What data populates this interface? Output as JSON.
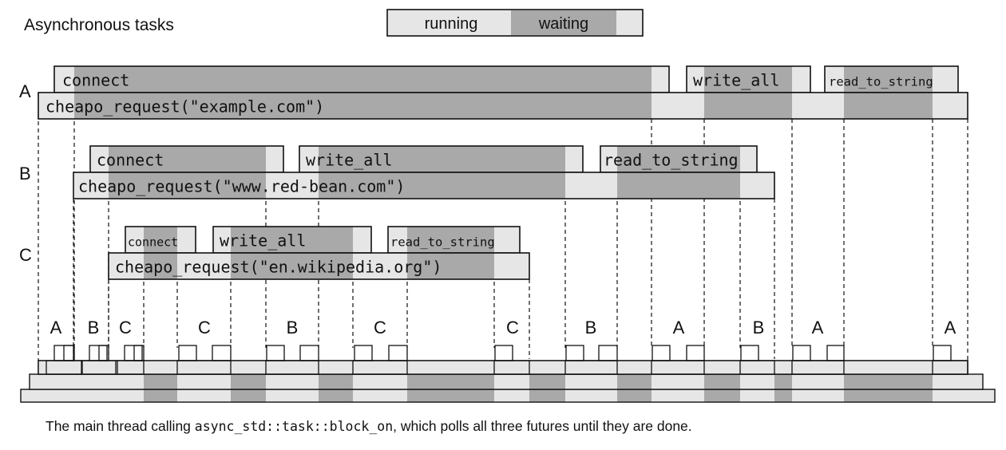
{
  "title": "Asynchronous tasks",
  "legend": {
    "running": "running",
    "waiting": "waiting",
    "running_color": "#e6e6e6",
    "waiting_color": "#a9a9a9"
  },
  "tasks": [
    {
      "label": "A",
      "request": "cheapo_request(\"example.com\")",
      "connect": "connect",
      "write_all": "write_all",
      "read_to_string": "read_to_string"
    },
    {
      "label": "B",
      "request": "cheapo_request(\"www.red-bean.com\")",
      "connect": "connect",
      "write_all": "write_all",
      "read_to_string": "read_to_string"
    },
    {
      "label": "C",
      "request": "cheapo_request(\"en.wikipedia.org\")",
      "connect": "connect",
      "write_all": "write_all",
      "read_to_string": "read_to_string"
    }
  ],
  "poll_sequence": [
    "A",
    "B",
    "C",
    "C",
    "B",
    "C",
    "C",
    "B",
    "A",
    "B",
    "A",
    "A"
  ],
  "caption": {
    "before": "The main thread calling ",
    "code": "async_std::task::block_on",
    "after": ", which polls all three futures until they are done."
  }
}
